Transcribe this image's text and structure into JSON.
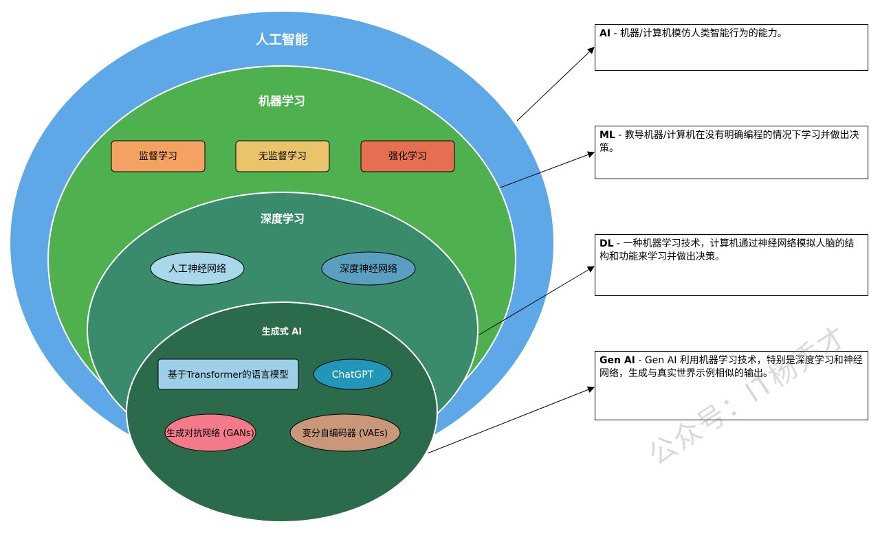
{
  "colors": {
    "ai_fill": "#5ea8e8",
    "ml_fill": "#4fb050",
    "dl_fill": "#3a8b6c",
    "genai_fill": "#2b6a4a",
    "supervised_fill": "#f4a261",
    "unsupervised_fill": "#e9c46a",
    "reinforcement_fill": "#e76f51",
    "ann_fill": "#a8d8ea",
    "dnn_fill": "#5a9fbf",
    "transformer_fill": "#9dcfe8",
    "chatgpt_fill": "#2196b8",
    "gan_fill": "#f27a8a",
    "vae_fill": "#c9987a"
  },
  "layers": {
    "ai": {
      "title": "人工智能"
    },
    "ml": {
      "title": "机器学习"
    },
    "dl": {
      "title": "深度学习"
    },
    "genai": {
      "title": "生成式 AI"
    }
  },
  "ml_items": [
    {
      "label": "监督学习"
    },
    {
      "label": "无监督学习"
    },
    {
      "label": "强化学习"
    }
  ],
  "dl_items": [
    {
      "label": "人工神经网络"
    },
    {
      "label": "深度神经网络"
    }
  ],
  "genai_items": [
    {
      "label": "基于Transformer的语言模型"
    },
    {
      "label": "ChatGPT"
    },
    {
      "label": "生成对抗网络 (GANs)"
    },
    {
      "label": "变分自编码器 (VAEs)"
    }
  ],
  "descriptions": [
    {
      "key": "AI",
      "text": " - 机器/计算机模仿人类智能行为的能力。"
    },
    {
      "key": "ML",
      "text": " - 教导机器/计算机在没有明确编程的情况下学习并做出决策。"
    },
    {
      "key": "DL",
      "text": " - 一种机器学习技术，计算机通过神经网络模拟人脑的结构和功能来学习并做出决策。"
    },
    {
      "key": "Gen AI",
      "text": " - Gen AI 利用机器学习技术，特别是深度学习和神经网络，生成与真实世界示例相似的输出。"
    }
  ],
  "watermark": "公众号：IT杨秀才"
}
